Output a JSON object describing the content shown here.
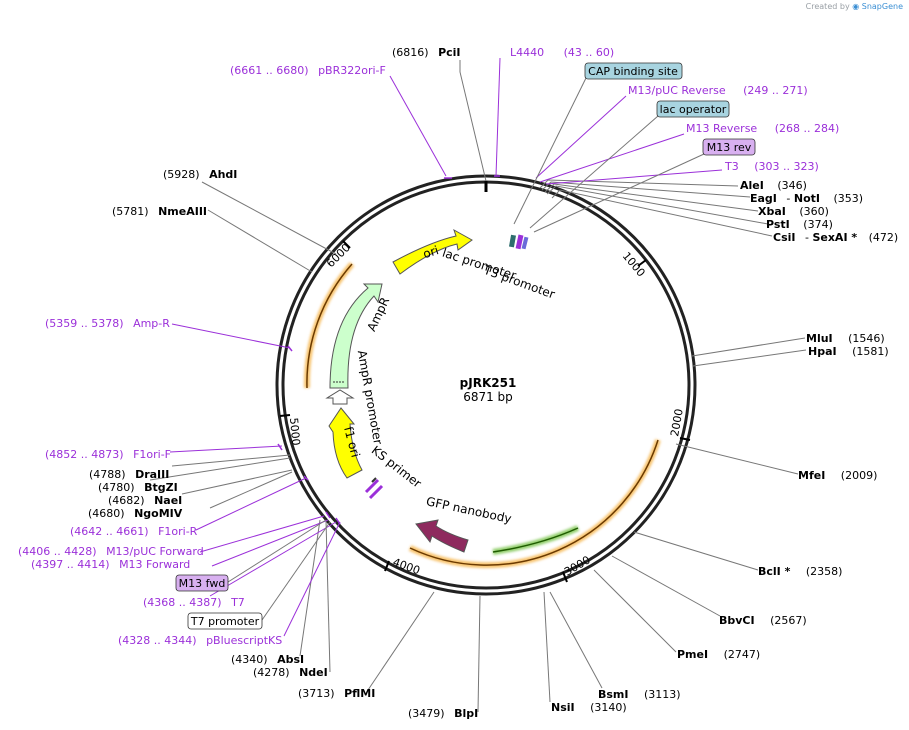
{
  "credit": {
    "prefix": "Created by",
    "brand": "SnapGene"
  },
  "plasmid": {
    "name": "pJRK251",
    "length": "6871 bp"
  },
  "ticks": [
    "1000",
    "2000",
    "3000",
    "4000",
    "5000",
    "6000"
  ],
  "features": {
    "ori": "ori",
    "lac_promoter": "lac promoter",
    "t3_promoter": "T3 promoter",
    "ampr": "AmpR",
    "ampr_promoter": "AmpR promoter",
    "f1_ori": "f1 ori",
    "ks_primer": "KS primer",
    "gfp_nanobody": "GFP nanobody"
  },
  "enzymes_right": [
    {
      "name": "AleI",
      "pos": "(346)"
    },
    {
      "name": "EagI",
      "sep": "- ",
      "name2": "NotI",
      "pos": "(353)"
    },
    {
      "name": "XbaI",
      "pos": "(360)"
    },
    {
      "name": "PstI",
      "pos": "(374)"
    },
    {
      "name": "CsiI",
      "sep": "- ",
      "name2": "SexAI *",
      "pos": "(472)"
    },
    {
      "name": "MluI",
      "pos": "(1546)"
    },
    {
      "name": "HpaI",
      "pos": "(1581)"
    },
    {
      "name": "MfeI",
      "pos": "(2009)"
    },
    {
      "name": "BclI *",
      "pos": "(2358)"
    },
    {
      "name": "BbvCI",
      "pos": "(2567)"
    },
    {
      "name": "PmeI",
      "pos": "(2747)"
    },
    {
      "name": "BsmI",
      "pos": "(3113)"
    },
    {
      "name": "NsiI",
      "pos": "(3140)"
    },
    {
      "name": "BlpI",
      "pos": "(3479)"
    },
    {
      "name": "PflMI",
      "pos": "(3713)"
    }
  ],
  "enzymes_left": [
    {
      "name": "PciI",
      "pos": "(6816)"
    },
    {
      "name": "AhdI",
      "pos": "(5928)"
    },
    {
      "name": "NmeAIII",
      "pos": "(5781)"
    },
    {
      "name": "DraIII",
      "pos": "(4788)"
    },
    {
      "name": "BtgZI",
      "pos": "(4780)"
    },
    {
      "name": "NaeI",
      "pos": "(4682)"
    },
    {
      "name": "NgoMIV",
      "pos": "(4680)"
    },
    {
      "name": "AbsI",
      "pos": "(4340)"
    },
    {
      "name": "NdeI",
      "pos": "(4278)"
    }
  ],
  "primers": {
    "l4440": {
      "name": "L4440",
      "range": "(43 .. 60)"
    },
    "pbr322": {
      "range": "(6661 .. 6680)",
      "name": "pBR322ori-F"
    },
    "m13puc_rev": {
      "name": "M13/pUC Reverse",
      "range": "(249 .. 271)"
    },
    "m13_rev": {
      "name": "M13 Reverse",
      "range": "(268 .. 284)"
    },
    "t3": {
      "name": "T3",
      "range": "(303 .. 323)"
    },
    "ampr": {
      "range": "(5359 .. 5378)",
      "name": "Amp-R"
    },
    "f1ori_f": {
      "range": "(4852 .. 4873)",
      "name": "F1ori-F"
    },
    "f1ori_r": {
      "range": "(4642 .. 4661)",
      "name": "F1ori-R"
    },
    "m13puc_fwd": {
      "range": "(4406 .. 4428)",
      "name": "M13/pUC Forward"
    },
    "m13_fwd": {
      "range": "(4397 .. 4414)",
      "name": "M13 Forward"
    },
    "t7": {
      "range": "(4368 .. 4387)",
      "name": "T7"
    },
    "pbluescript": {
      "range": "(4328 .. 4344)",
      "name": "pBluescriptKS"
    }
  },
  "boxes": {
    "cap": "CAP binding site",
    "lac_operator": "lac operator",
    "m13_rev": "M13 rev",
    "m13_fwd": "M13 fwd",
    "t7_promoter": "T7 promoter"
  },
  "colors": {
    "ori": "#ffff00",
    "ampr": "#ccffcc",
    "gfp_nanobody": "#8e2a5e",
    "orange_arc": "#f5b041",
    "green_arc": "#66bb33",
    "primer": "#9b30d9",
    "cap_box": "#a8d4e0",
    "m13_box": "#d8b0f0"
  }
}
